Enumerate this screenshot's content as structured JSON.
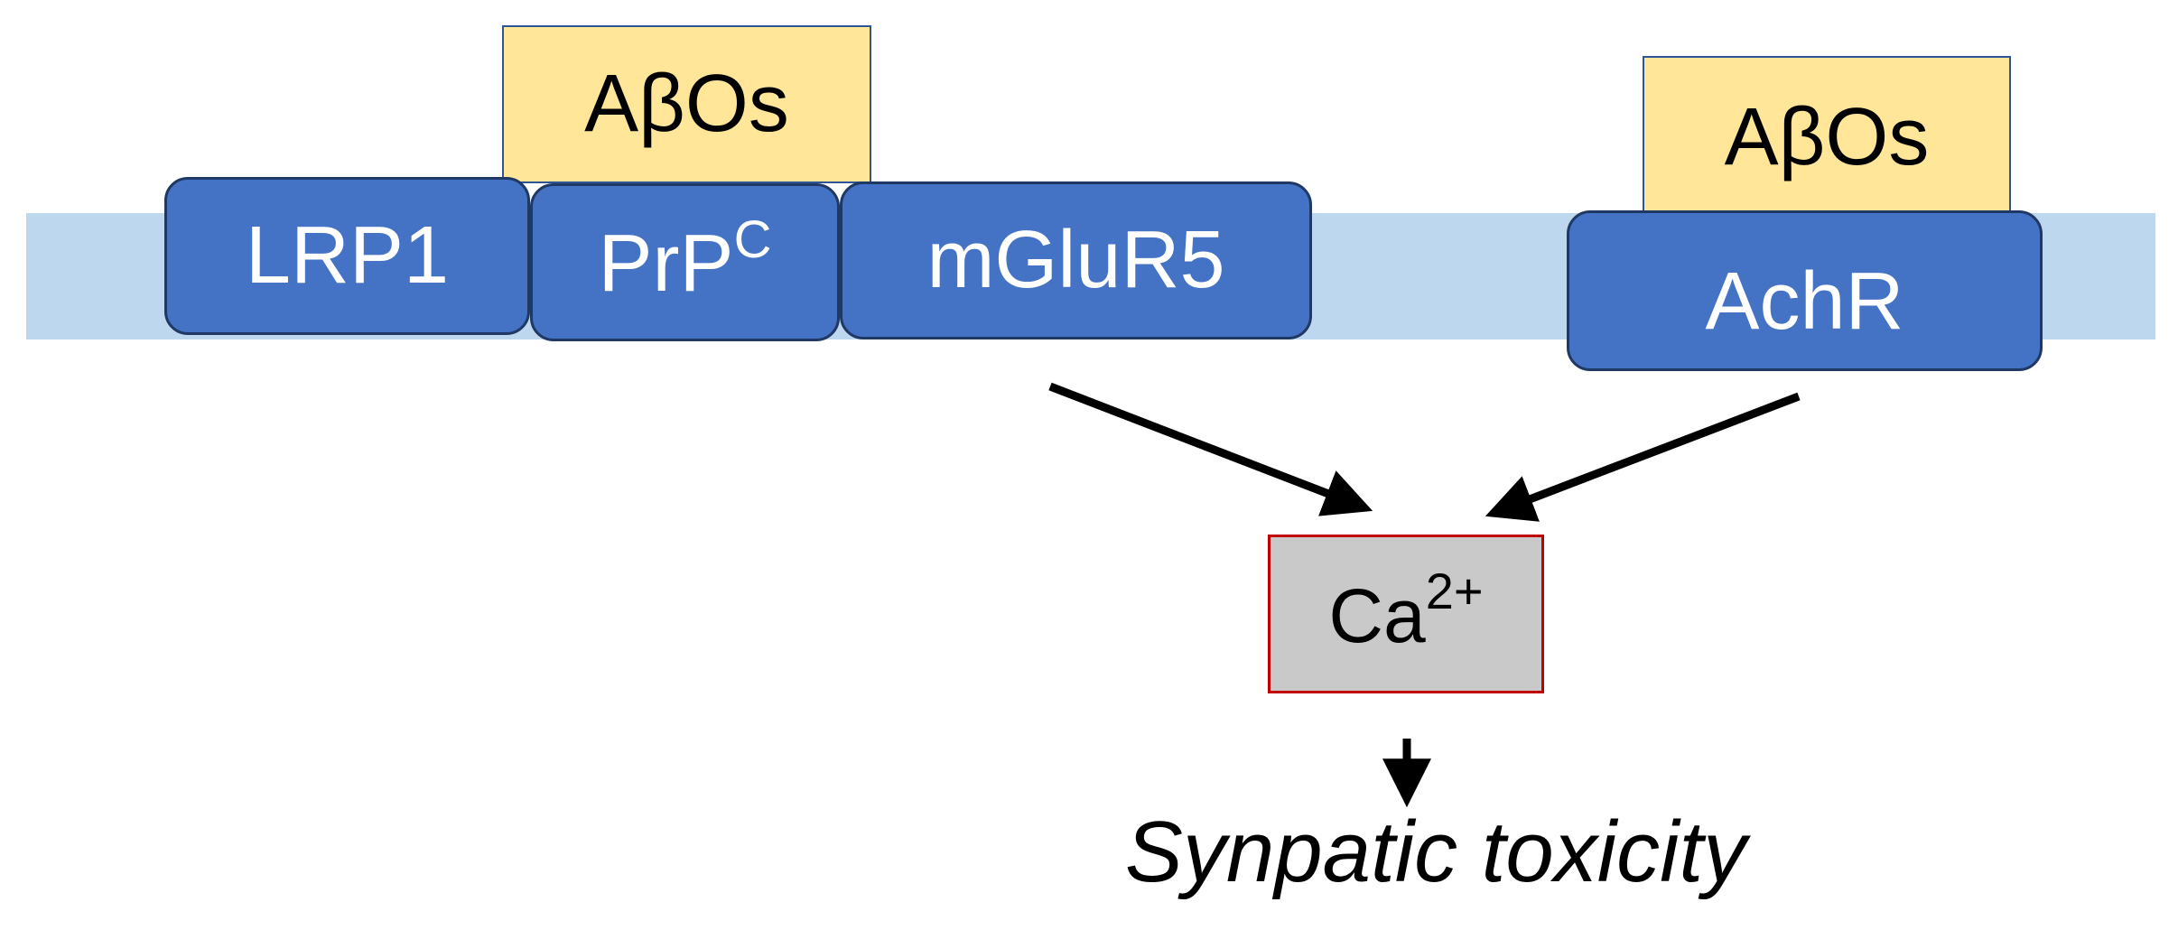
{
  "diagram": {
    "ligand_left": "AβOs",
    "ligand_right": "AβOs",
    "receptors": {
      "lrp1": "LRP1",
      "prpc_base": "PrP",
      "prpc_sup": "C",
      "mglur5": "mGluR5",
      "achr": "AchR"
    },
    "ion": {
      "base": "Ca",
      "charge": "2+"
    },
    "outcome": "Synpatic toxicity"
  },
  "colors": {
    "membrane": "#bdd7ee",
    "receptor_fill": "#4472c4",
    "receptor_border": "#1f3864",
    "ligand_fill": "#ffe699",
    "ion_fill": "#c9c9c9",
    "ion_border": "#c00000",
    "arrow": "#000000"
  }
}
